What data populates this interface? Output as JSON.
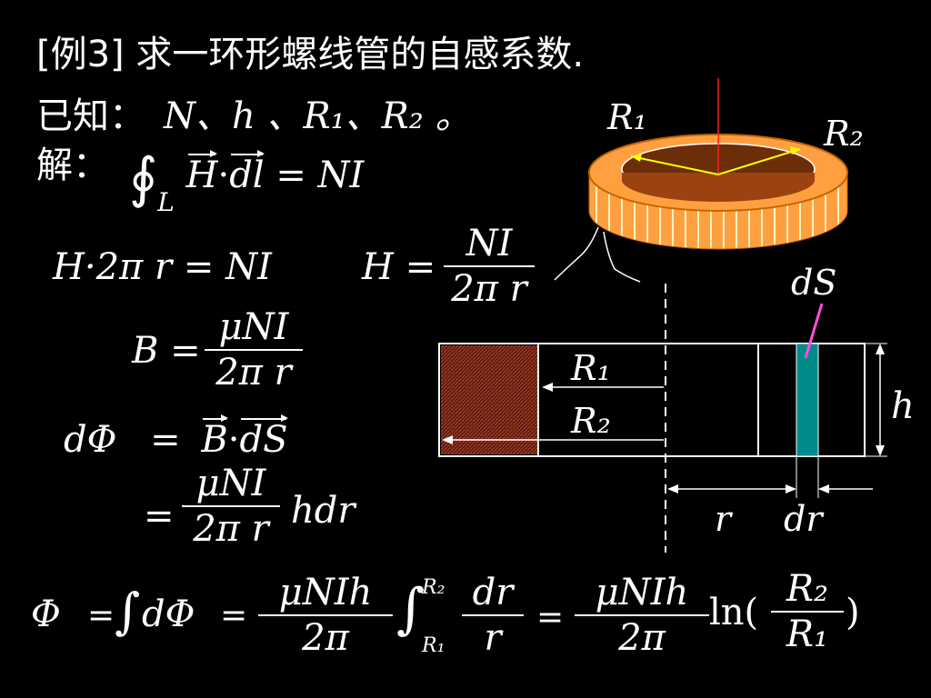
{
  "title": {
    "tag": "[例3]",
    "text": "求一环形螺线管的自感系数."
  },
  "given": {
    "label": "已知：",
    "vars": "N、h 、R₁、R₂ 。"
  },
  "solution": {
    "label": "解："
  },
  "eq1": {
    "integral": "∮",
    "sub": "L",
    "lhs_H": "H",
    "dot": "·",
    "lhs_dl": "dl",
    "rhs": "= NI"
  },
  "eq2": {
    "text": "H·2π r = NI"
  },
  "eq3": {
    "lhs": "H =",
    "num": "NI",
    "den": "2π r"
  },
  "eq4": {
    "lhs": "B =",
    "num": "μNI",
    "den": "2π r"
  },
  "eq5": {
    "lhs": "dΦ",
    "eq": "=",
    "B": "B",
    "dot": "·",
    "dS": "dS"
  },
  "eq6": {
    "eq": "=",
    "num": "μNI",
    "den": "2π r",
    "tail": "hdr"
  },
  "eq7": {
    "lhs": "Φ",
    "eq1": "=",
    "int1": "∫",
    "dphi": "dΦ",
    "eq2": "=",
    "f1_num": "μNIh",
    "f1_den": "2π",
    "int2": "∫",
    "upper": "R₂",
    "lower": "R₁",
    "f2_num": "dr",
    "f2_den": "r",
    "eq3": "=",
    "f3_num": "μNIh",
    "f3_den": "2π",
    "ln_open": "ln(",
    "f4_num": "R₂",
    "f4_den": "R₁",
    "ln_close": ")"
  },
  "diagram": {
    "label_R1_top": "R₁",
    "label_R2_top": "R₂",
    "label_dS": "dS",
    "label_R1_arrow": "R₁",
    "label_R2_arrow": "R₂",
    "label_h": "h",
    "label_r": "r",
    "label_dr": "dr",
    "colors": {
      "ring": "#ffa040",
      "ring_dark": "#c86400",
      "hatch": "#8b2a14",
      "strip": "#008b8b",
      "pink": "#ff4fd8",
      "red": "#ff2020",
      "yellow": "#ffff00"
    }
  }
}
